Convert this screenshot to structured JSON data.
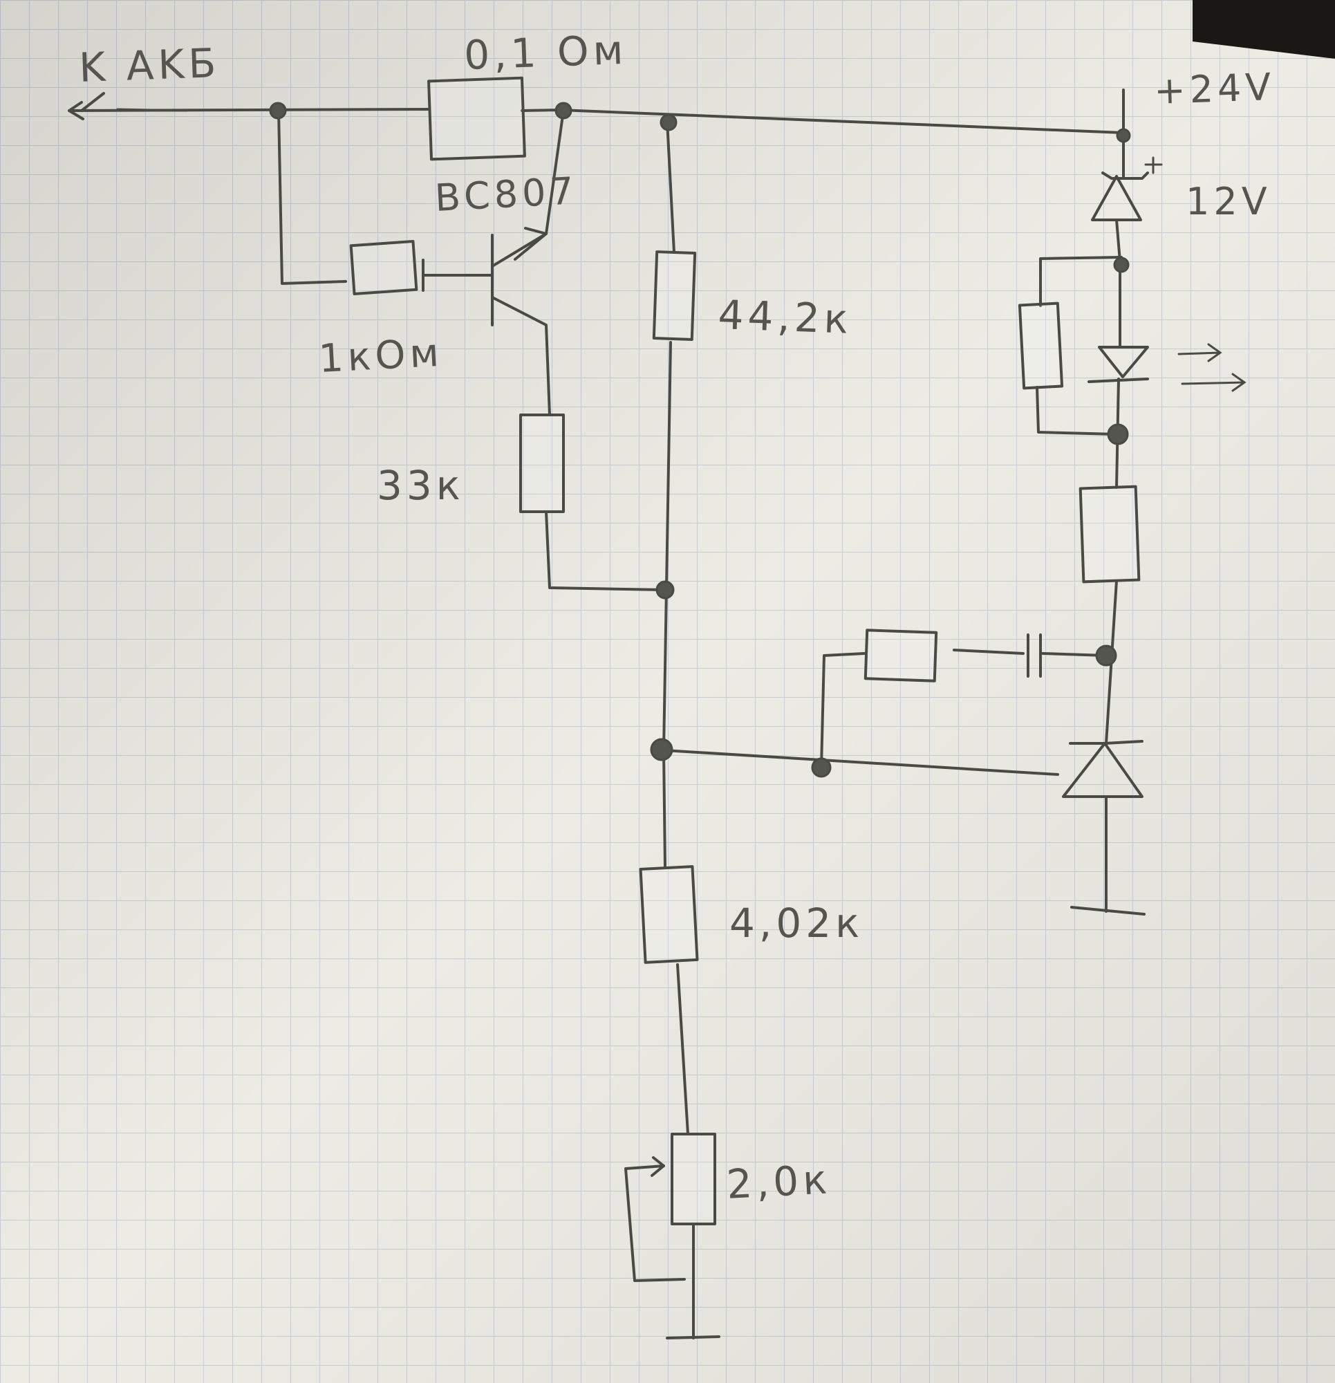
{
  "labels": {
    "output": "K AKБ",
    "shunt": "0,1 Ом",
    "supply": "+24V",
    "transistor": "BC807",
    "base_resistor": "1кОм",
    "zener": "12V",
    "upper_divider": "44,2к",
    "collector_resistor": "33к",
    "lower_divider": "4,02к",
    "trimmer": "2,0к"
  },
  "colors": {
    "paper": "#ecebe4",
    "grid": "#c9cdd2",
    "pencil": "#4a4a44"
  }
}
